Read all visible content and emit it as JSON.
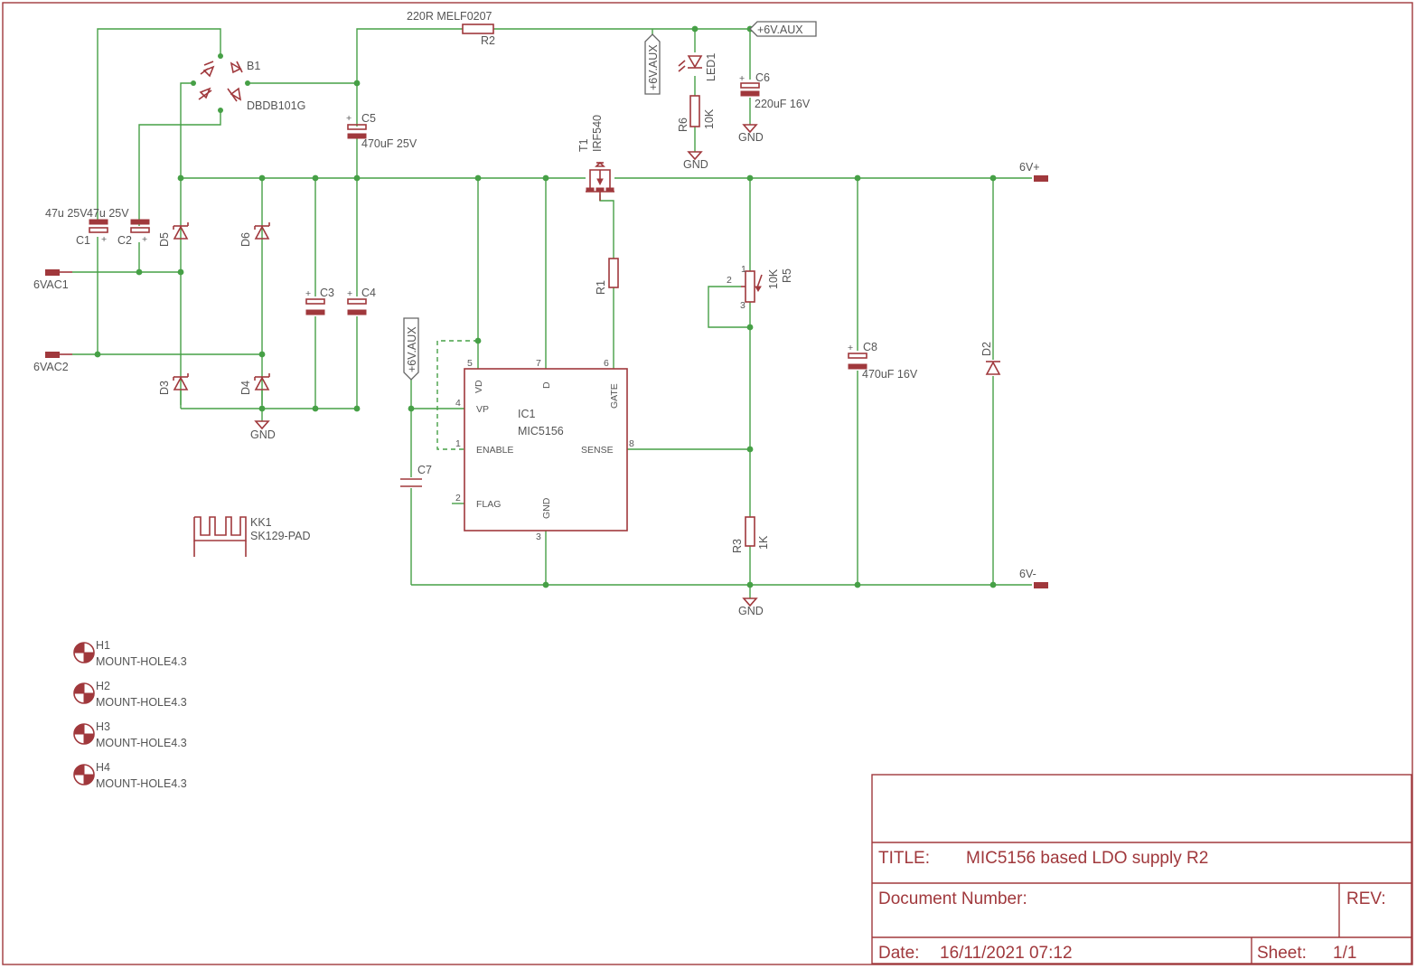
{
  "components": {
    "b1": {
      "name": "B1",
      "value": "DBDB101G"
    },
    "r2": {
      "name": "R2",
      "value": "220R MELF0207"
    },
    "led1": {
      "name": "LED1"
    },
    "r6": {
      "name": "R6",
      "value": "10K"
    },
    "c6": {
      "name": "C6",
      "value": "220uF 16V"
    },
    "c5": {
      "name": "C5",
      "value": "470uF 25V"
    },
    "t1": {
      "name": "T1",
      "value": "IRF540"
    },
    "c1": {
      "name": "C1",
      "value": "47u 25V"
    },
    "c2": {
      "name": "C2",
      "value": "47u 25V"
    },
    "d5": {
      "name": "D5"
    },
    "d6": {
      "name": "D6"
    },
    "d3": {
      "name": "D3"
    },
    "d4": {
      "name": "D4"
    },
    "c3": {
      "name": "C3"
    },
    "c4": {
      "name": "C4"
    },
    "r1": {
      "name": "R1"
    },
    "r5": {
      "name": "R5",
      "value": "10K"
    },
    "c8": {
      "name": "C8",
      "value": "470uF 16V"
    },
    "d2": {
      "name": "D2"
    },
    "c7": {
      "name": "C7"
    },
    "r3": {
      "name": "R3",
      "value": "1K"
    },
    "ic1": {
      "name": "IC1",
      "value": "MIC5156",
      "pins": {
        "vd": "VD",
        "d": "D",
        "gate": "GATE",
        "vp": "VP",
        "enable": "ENABLE",
        "sense": "SENSE",
        "flag": "FLAG",
        "gnd": "GND"
      },
      "pin_numbers": {
        "vd": "5",
        "d": "7",
        "gate": "6",
        "vp": "4",
        "enable": "1",
        "sense": "8",
        "flag": "2",
        "gnd": "3"
      }
    },
    "kk1": {
      "name": "KK1",
      "value": "SK129-PAD"
    },
    "h1": {
      "name": "H1",
      "value": "MOUNT-HOLE4.3"
    },
    "h2": {
      "name": "H2",
      "value": "MOUNT-HOLE4.3"
    },
    "h3": {
      "name": "H3",
      "value": "MOUNT-HOLE4.3"
    },
    "h4": {
      "name": "H4",
      "value": "MOUNT-HOLE4.3"
    }
  },
  "pot_pins": {
    "p1": "1",
    "p2": "2",
    "p3": "3"
  },
  "nets": {
    "aux": "+6V.AUX",
    "gnd": "GND",
    "vac1": "6VAC1",
    "vac2": "6VAC2",
    "vplus": "6V+",
    "vminus": "6V-"
  },
  "title_block": {
    "title_label": "TITLE:",
    "title": "MIC5156 based LDO supply R2",
    "docnum_label": "Document Number:",
    "rev_label": "REV:",
    "date_label": "Date:",
    "date": "16/11/2021 07:12",
    "sheet_label": "Sheet:",
    "sheet": "1/1"
  },
  "colors": {
    "wire": "#46a046",
    "symbol": "#a0383c",
    "text": "#555555"
  }
}
